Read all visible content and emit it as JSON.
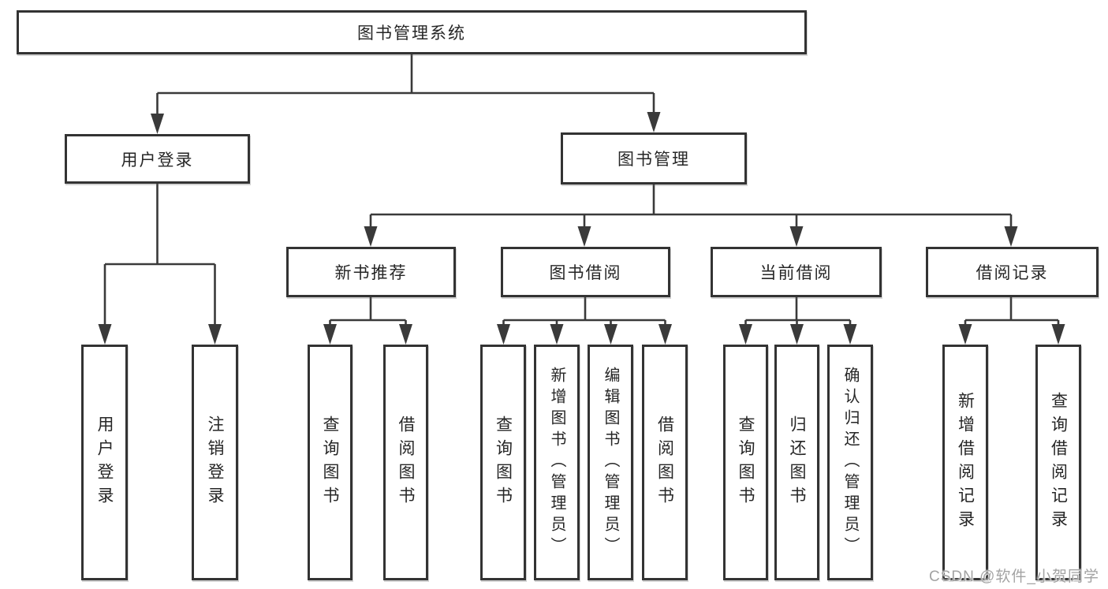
{
  "diagram": {
    "title": "图书管理系统",
    "watermark": "CSDN @软件_小贺同学",
    "colors": {
      "line": "#3a3a3a",
      "box_border": "#333333",
      "box_fill": "#ffffff",
      "text": "#262626",
      "watermark": "#a3a3a3",
      "background": "#ffffff"
    },
    "nodes": {
      "root": "图书管理系统",
      "user_login": "用户登录",
      "book_mgmt": "图书管理",
      "new_book_rec": "新书推荐",
      "book_borrow": "图书借阅",
      "current_borrow": "当前借阅",
      "borrow_records": "借阅记录",
      "leaf_user_login": "用户登录",
      "leaf_logout": "注销登录",
      "leaf_query_book_rec": "查询图书",
      "leaf_borrow_book_rec": "借阅图书",
      "leaf_query_book_borrow": "查询图书",
      "leaf_add_book_admin": "新增图书（管理员）",
      "leaf_edit_book_admin": "编辑图书（管理员）",
      "leaf_borrow_book_borrow": "借阅图书",
      "leaf_query_book_current": "查询图书",
      "leaf_return_book": "归还图书",
      "leaf_confirm_return_admin": "确认归还（管理员）",
      "leaf_add_borrow_record": "新增借阅记录",
      "leaf_query_borrow_record": "查询借阅记录"
    },
    "hierarchy": {
      "图书管理系统": [
        "用户登录",
        "图书管理"
      ],
      "用户登录": [
        "用户登录",
        "注销登录"
      ],
      "图书管理": [
        "新书推荐",
        "图书借阅",
        "当前借阅",
        "借阅记录"
      ],
      "新书推荐": [
        "查询图书",
        "借阅图书"
      ],
      "图书借阅": [
        "查询图书",
        "新增图书（管理员）",
        "编辑图书（管理员）",
        "借阅图书"
      ],
      "当前借阅": [
        "查询图书",
        "归还图书",
        "确认归还（管理员）"
      ],
      "借阅记录": [
        "新增借阅记录",
        "查询借阅记录"
      ]
    }
  }
}
